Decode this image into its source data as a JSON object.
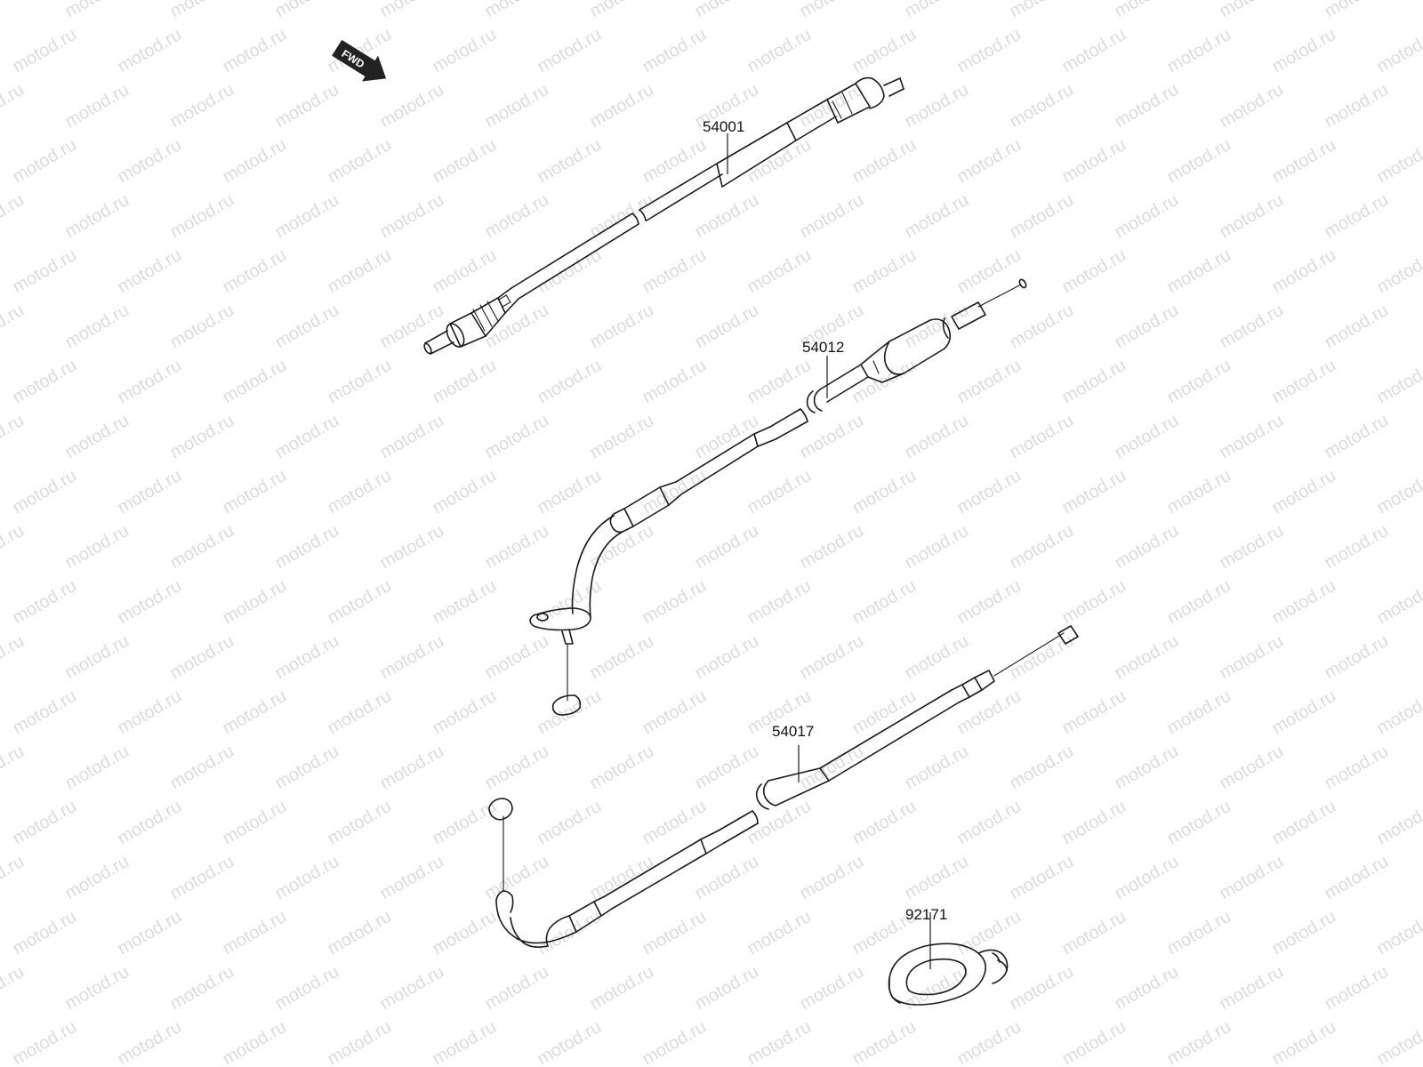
{
  "watermark": {
    "text": "motod.ru"
  },
  "direction_marker": {
    "text": "FWD",
    "icon": "forward-arrow-icon"
  },
  "parts": [
    {
      "id": "cable-speedometer",
      "number": "54001"
    },
    {
      "id": "cable-choke",
      "number": "54012"
    },
    {
      "id": "cable-clutch",
      "number": "54017"
    },
    {
      "id": "cable-guide-clamp",
      "number": "92171"
    }
  ],
  "colors": {
    "line": "#1a1a1a",
    "watermark": "#dcdcdc",
    "background": "#ffffff"
  }
}
